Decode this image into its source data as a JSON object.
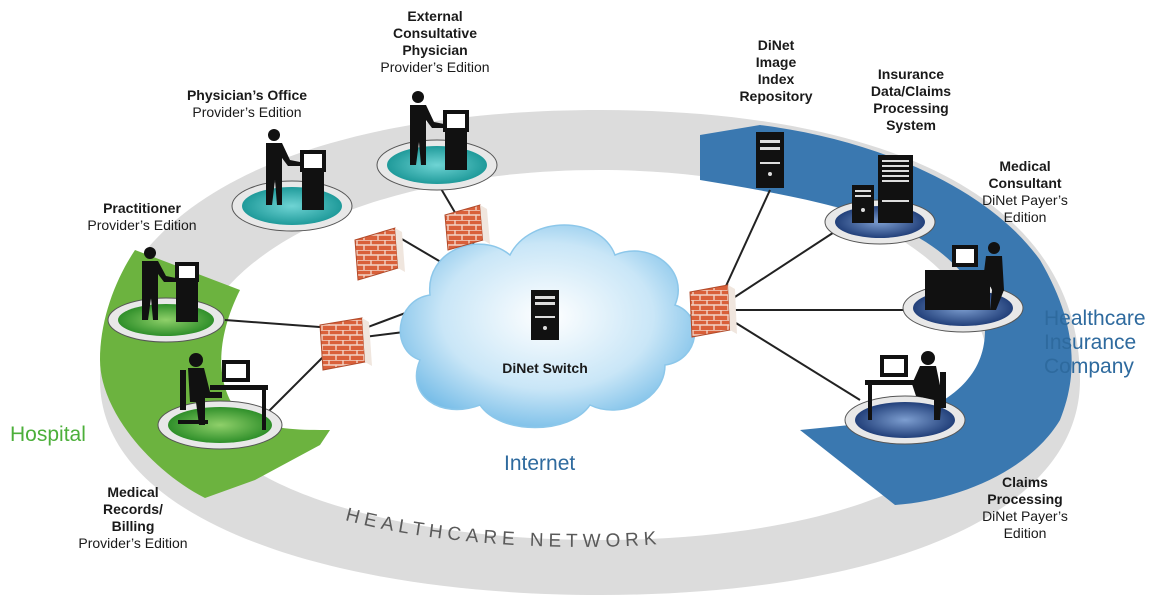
{
  "regions": {
    "hospital": "Hospital",
    "insurance": [
      "Healthcare",
      "Insurance",
      "Company"
    ],
    "internet": "Internet",
    "ring": "HEALTHCARE NETWORK"
  },
  "switch_label": "DiNet Switch",
  "nodes": {
    "external": {
      "title": [
        "External",
        "Consultative",
        "Physician"
      ],
      "sub": [
        "Provider’s Edition"
      ]
    },
    "office": {
      "title": [
        "Physician’s Office"
      ],
      "sub": [
        "Provider’s Edition"
      ]
    },
    "practitioner": {
      "title": [
        "Practitioner"
      ],
      "sub": [
        "Provider’s Edition"
      ]
    },
    "records": {
      "title": [
        "Medical",
        "Records/",
        "Billing"
      ],
      "sub": [
        "Provider’s Edition"
      ]
    },
    "repository": {
      "title": [
        "DiNet",
        "Image",
        "Index",
        "Repository"
      ],
      "sub": []
    },
    "claims_system": {
      "title": [
        "Insurance",
        "Data/Claims",
        "Processing",
        "System"
      ],
      "sub": []
    },
    "consultant": {
      "title": [
        "Medical",
        "Consultant"
      ],
      "sub": [
        "DiNet Payer’s",
        "Edition"
      ]
    },
    "claims": {
      "title": [
        "Claims",
        "Processing"
      ],
      "sub": [
        "DiNet Payer’s",
        "Edition"
      ]
    }
  },
  "colors": {
    "hospital": "#6cb33f",
    "insurance": "#3a78b0",
    "insurance_text": "#2e6a9e",
    "internet_text": "#2e6a9e",
    "ring": "#dcdcdc",
    "firewall": "#d9603a",
    "teal_pad": "#35b4b4",
    "green_pad": "#4caf3a",
    "blue_pad": "#3a5f9e"
  }
}
